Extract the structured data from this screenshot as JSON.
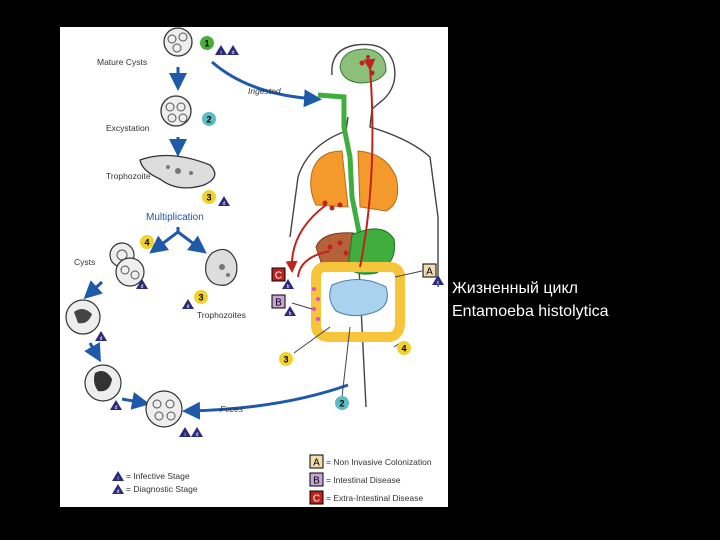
{
  "caption": {
    "line1": " Жизненный цикл",
    "line2": "Entamoeba histolytica"
  },
  "labels": {
    "mature_cysts": "Mature Cysts",
    "excystation": "Excystation",
    "trophozoite": "Trophozoite",
    "multiplication": "Multiplication",
    "cysts": "Cysts",
    "trophozoites": "Trophozoites",
    "ingested": "Ingested",
    "feces": "Feces"
  },
  "steps": [
    "1",
    "2",
    "3",
    "4",
    "3",
    "2",
    "3",
    "4"
  ],
  "stage_marks": {
    "infective": "i",
    "diagnostic": "d"
  },
  "site_letters": [
    "A",
    "B",
    "C"
  ],
  "site_subletters": [
    "c",
    "b",
    "b"
  ],
  "legend": {
    "infective_symbol": "i",
    "infective_text": "= Infective Stage",
    "diagnostic_symbol": "d",
    "diagnostic_text": "= Diagnostic Stage",
    "a_letter": "A",
    "a_text": "= Non Invasive Colonization",
    "b_letter": "B",
    "b_text": "= Intestinal Disease",
    "c_letter": "C",
    "c_text": "= Extra-Intestinal Disease"
  },
  "colors": {
    "arrow_blue": "#1e5aa8",
    "step_green": "#4cae3a",
    "step_teal": "#5bbcc4",
    "step_yellow": "#f2d22a",
    "lung_orange": "#f49a2c",
    "liver_brown": "#b5623a",
    "stomach_green": "#3fae3f",
    "colon_yellow": "#f6c53a",
    "intestine_blue": "#a9d2ee",
    "brain_green": "#8cc07a",
    "red_arrow": "#c0231e",
    "box_a": "#f3ddb0",
    "box_b": "#c9a3d9",
    "box_c": "#c0231e"
  }
}
